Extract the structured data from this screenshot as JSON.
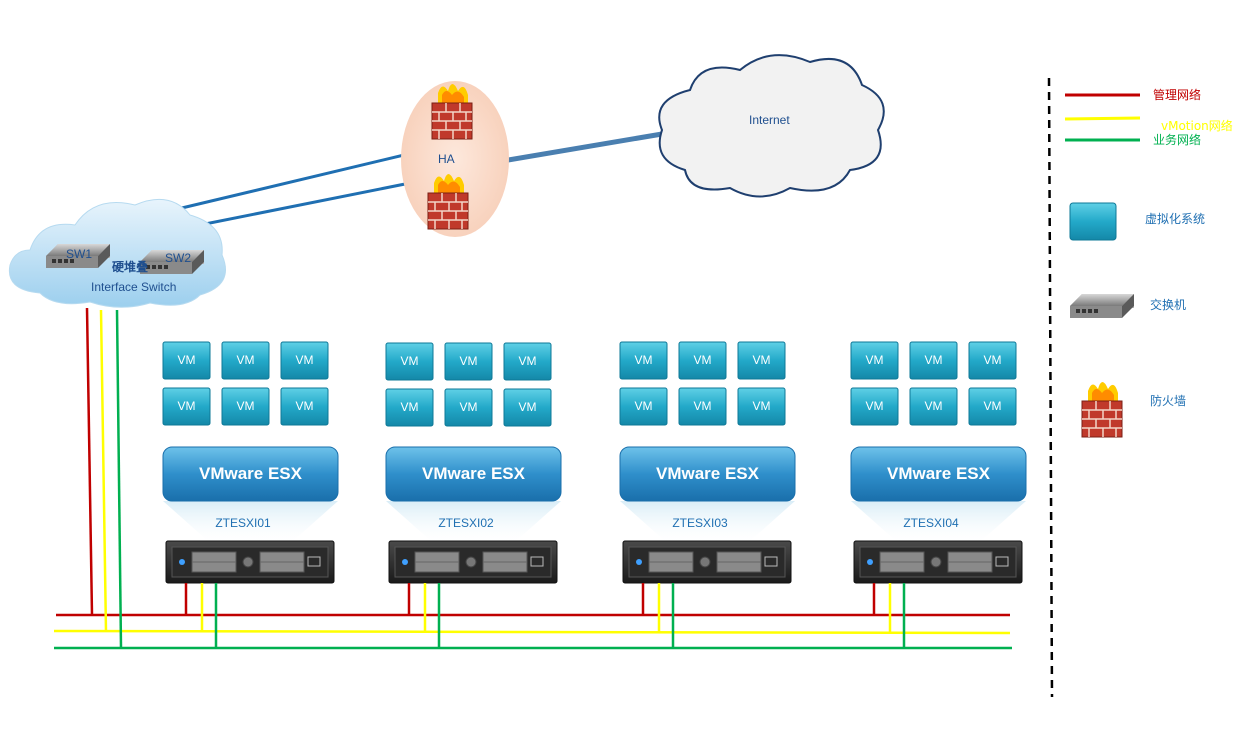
{
  "labels": {
    "internet": "Internet",
    "ha": "HA",
    "sw1": "SW1",
    "sw2": "SW2",
    "stack": "硬堆叠",
    "interface_switch": "Interface Switch"
  },
  "hosts": [
    {
      "esx_label": "VMware ESX",
      "name": "ZTESXI01",
      "vms": [
        "VM",
        "VM",
        "VM",
        "VM",
        "VM",
        "VM"
      ]
    },
    {
      "esx_label": "VMware ESX",
      "name": "ZTESXI02",
      "vms": [
        "VM",
        "VM",
        "VM",
        "VM",
        "VM",
        "VM"
      ]
    },
    {
      "esx_label": "VMware ESX",
      "name": "ZTESXI03",
      "vms": [
        "VM",
        "VM",
        "VM",
        "VM",
        "VM",
        "VM"
      ]
    },
    {
      "esx_label": "VMware ESX",
      "name": "ZTESXI04",
      "vms": [
        "VM",
        "VM",
        "VM",
        "VM",
        "VM",
        "VM"
      ]
    }
  ],
  "legend": {
    "lines": [
      {
        "label": "管理网络",
        "color": "#c00000"
      },
      {
        "label": "vMotion网络",
        "color": "#ffff00"
      },
      {
        "label": "业务网络",
        "color": "#00b050"
      }
    ],
    "virtualization": "虚拟化系统",
    "switch": "交换机",
    "firewall": "防火墙"
  },
  "colors": {
    "management": "#c00000",
    "vmotion": "#ffff00",
    "business": "#00b050",
    "uplink": "#1f6fb2"
  }
}
